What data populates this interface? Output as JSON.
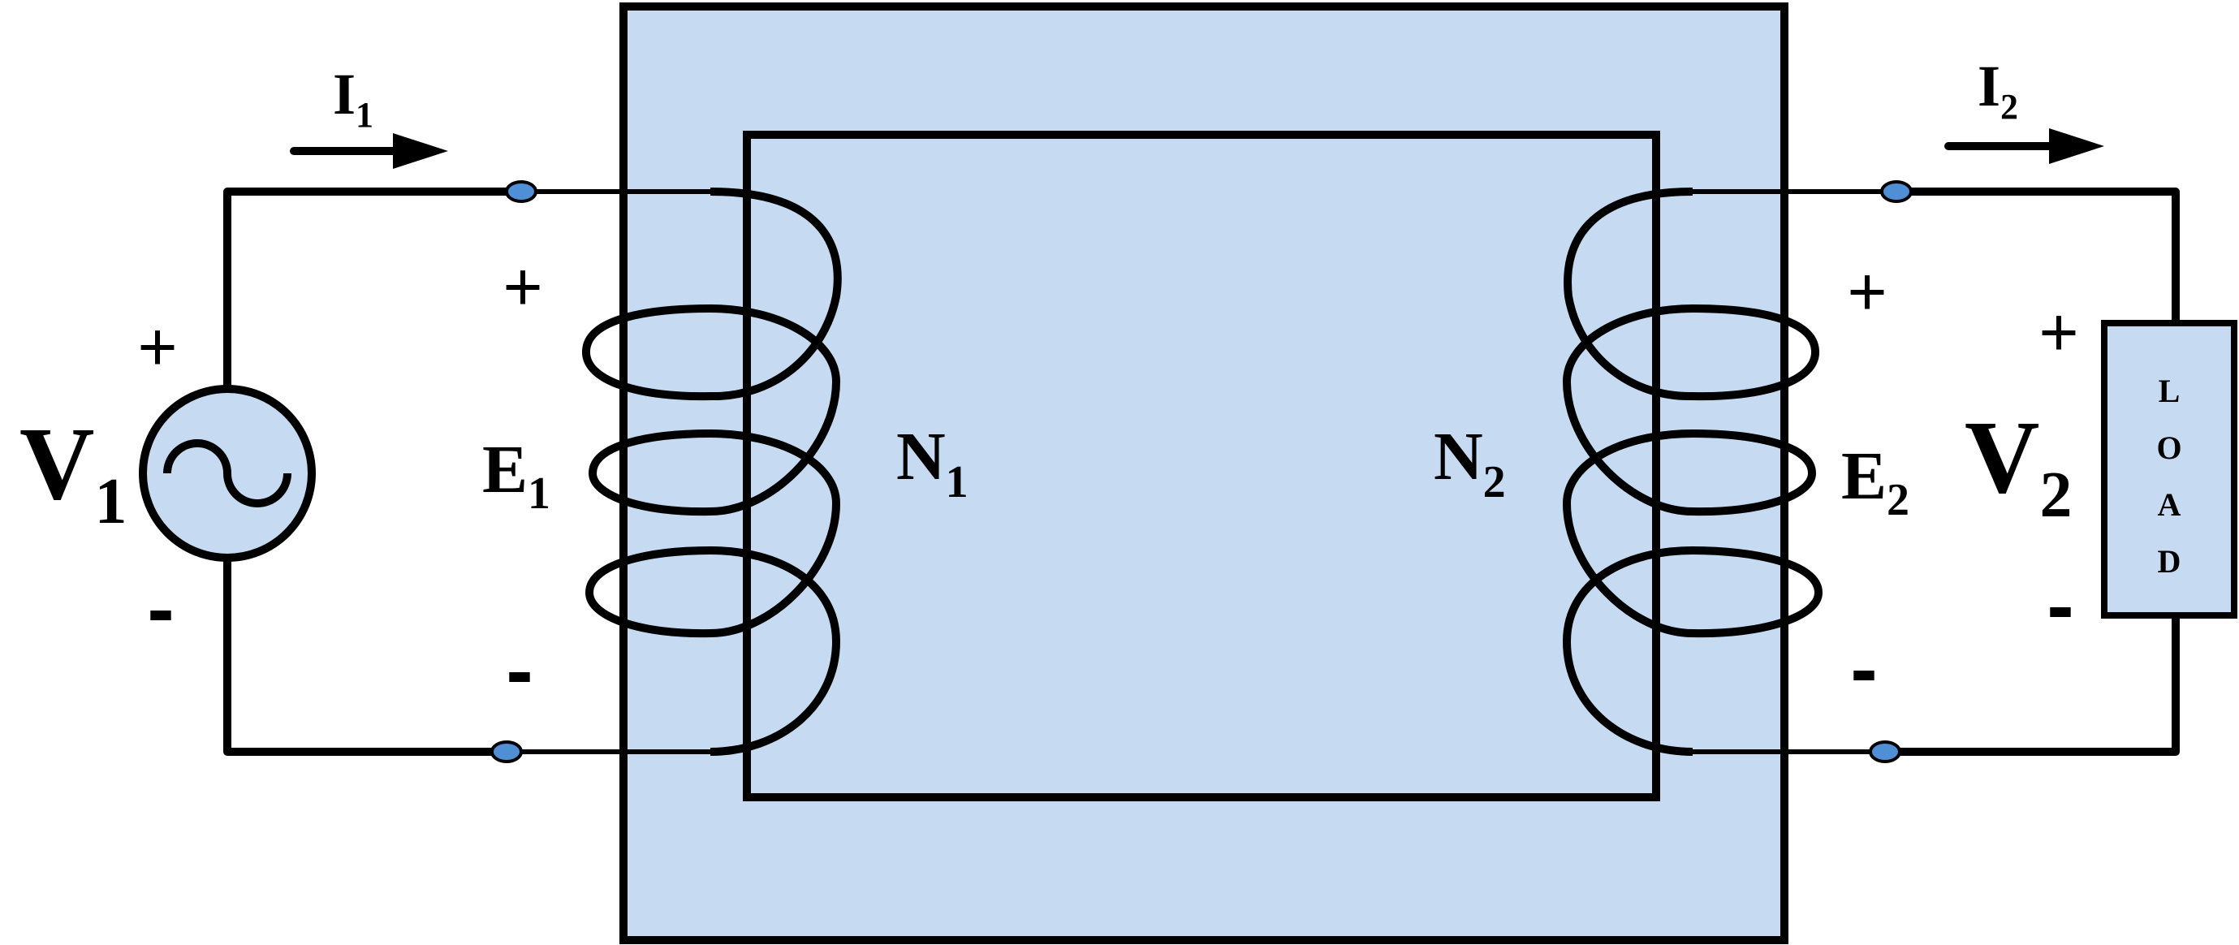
{
  "colors": {
    "core_fill": "#c6daf1",
    "stroke": "#000000",
    "terminal": "#4f8fd6",
    "source_fill": "#c6daf1",
    "load_fill": "#c6daf1",
    "background": "#ffffff"
  },
  "labels": {
    "I1": {
      "main": "I",
      "sub": "1"
    },
    "I2": {
      "main": "I",
      "sub": "2"
    },
    "V1": {
      "main": "V",
      "sub": "1"
    },
    "V2": {
      "main": "V",
      "sub": "2"
    },
    "E1": {
      "main": "E",
      "sub": "1"
    },
    "E2": {
      "main": "E",
      "sub": "2"
    },
    "N1": {
      "main": "N",
      "sub": "1"
    },
    "N2": {
      "main": "N",
      "sub": "2"
    }
  },
  "signs": {
    "plus": "+",
    "minus": "-"
  },
  "load": {
    "letters": [
      "L",
      "O",
      "A",
      "D"
    ]
  },
  "icons": {
    "source": "ac-source-icon",
    "arrow": "current-arrow-icon"
  }
}
